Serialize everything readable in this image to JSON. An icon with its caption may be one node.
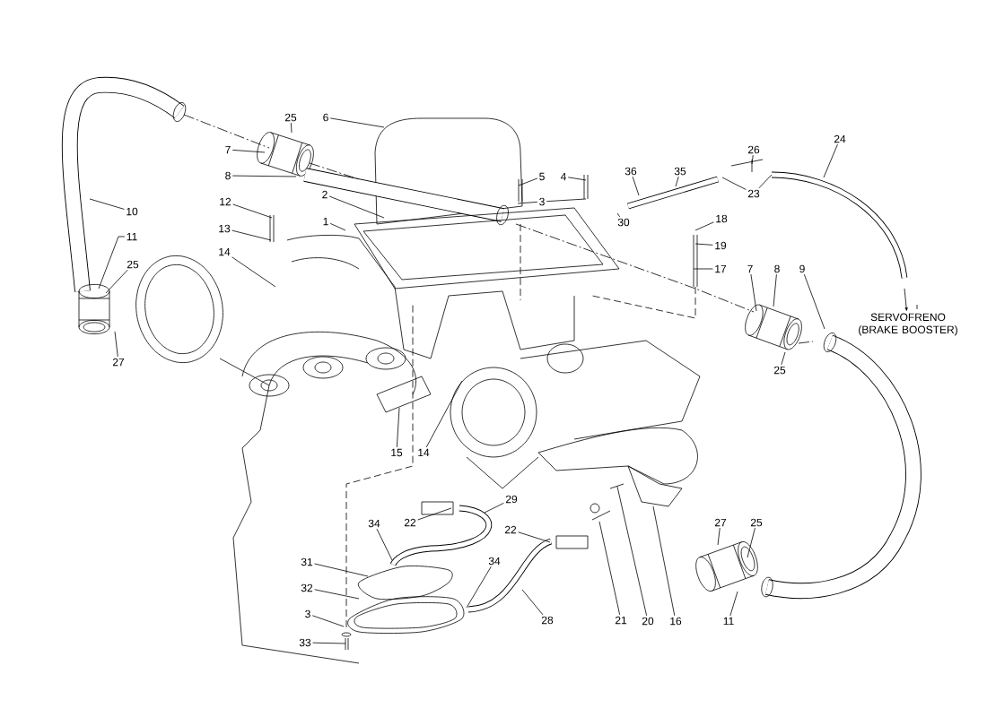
{
  "diagram": {
    "nodes": [
      {
        "text": [
          "6"
        ]
      },
      {
        "text": [
          "25"
        ]
      },
      {
        "text": [
          "24"
        ]
      },
      {
        "text": [
          "7"
        ]
      },
      {
        "text": [
          "26"
        ]
      },
      {
        "text": [
          "36"
        ]
      },
      {
        "text": [
          "35"
        ]
      },
      {
        "text": [
          "8"
        ]
      },
      {
        "text": [
          "5"
        ]
      },
      {
        "text": [
          "4"
        ]
      },
      {
        "text": [
          "23"
        ]
      },
      {
        "text": [
          "2"
        ]
      },
      {
        "text": [
          "3"
        ]
      },
      {
        "text": [
          "12"
        ]
      },
      {
        "text": [
          "10"
        ]
      },
      {
        "text": [
          "18"
        ]
      },
      {
        "text": [
          "1"
        ]
      },
      {
        "text": [
          "30"
        ]
      },
      {
        "text": [
          "13"
        ]
      },
      {
        "text": [
          "11"
        ]
      },
      {
        "text": [
          "19"
        ]
      },
      {
        "text": [
          "14"
        ]
      },
      {
        "text": [
          "25"
        ]
      },
      {
        "text": [
          "17"
        ]
      },
      {
        "text": [
          "7"
        ]
      },
      {
        "text": [
          "8"
        ]
      },
      {
        "text": [
          "9"
        ]
      },
      {
        "text": [
          "SERVOFRENO (BRAKE BOOSTER)"
        ]
      },
      {
        "text": [
          "27"
        ]
      },
      {
        "text": [
          "25"
        ]
      },
      {
        "text": [
          "15"
        ]
      },
      {
        "text": [
          "14"
        ]
      },
      {
        "text": [
          "29"
        ]
      },
      {
        "text": [
          "27"
        ]
      },
      {
        "text": [
          "25"
        ]
      },
      {
        "text": [
          "22"
        ]
      },
      {
        "text": [
          "34"
        ]
      },
      {
        "text": [
          "22"
        ]
      },
      {
        "text": [
          "34"
        ]
      },
      {
        "text": [
          "31"
        ]
      },
      {
        "text": [
          "32"
        ]
      },
      {
        "text": [
          "3"
        ]
      },
      {
        "text": [
          "28"
        ]
      },
      {
        "text": [
          "21"
        ]
      },
      {
        "text": [
          "20"
        ]
      },
      {
        "text": [
          "16"
        ]
      },
      {
        "text": [
          "11"
        ]
      },
      {
        "text": [
          "33"
        ]
      }
    ],
    "edges": [
      {
        "from": 0,
        "to": null,
        "arrow": "none"
      },
      {
        "from": 1,
        "to": null,
        "arrow": "none"
      },
      {
        "from": 2,
        "to": null,
        "arrow": "none"
      },
      {
        "from": 3,
        "to": null,
        "arrow": "none"
      },
      {
        "from": 4,
        "to": null,
        "arrow": "none"
      },
      {
        "from": 5,
        "to": null,
        "arrow": "none"
      },
      {
        "from": 6,
        "to": null,
        "arrow": "none"
      },
      {
        "from": 7,
        "to": null,
        "arrow": "none"
      },
      {
        "from": 8,
        "to": null,
        "arrow": "none"
      },
      {
        "from": 9,
        "to": null,
        "arrow": "none"
      },
      {
        "from": 10,
        "to": null,
        "arrow": "none"
      },
      {
        "from": 10,
        "to": null,
        "arrow": "none"
      },
      {
        "from": 11,
        "to": null,
        "arrow": "none"
      },
      {
        "from": 12,
        "to": null,
        "arrow": "none"
      },
      {
        "from": 12,
        "to": null,
        "arrow": "none"
      },
      {
        "from": 13,
        "to": null,
        "arrow": "none"
      },
      {
        "from": 14,
        "to": null,
        "arrow": "none"
      },
      {
        "from": 15,
        "to": null,
        "arrow": "none"
      },
      {
        "from": 16,
        "to": null,
        "arrow": "none"
      },
      {
        "from": 17,
        "to": null,
        "arrow": "none"
      },
      {
        "from": 18,
        "to": null,
        "arrow": "none"
      },
      {
        "from": 19,
        "to": null,
        "arrow": "none"
      },
      {
        "from": 20,
        "to": null,
        "arrow": "none"
      },
      {
        "from": 21,
        "to": null,
        "arrow": "none"
      },
      {
        "from": 22,
        "to": null,
        "arrow": "none"
      },
      {
        "from": 23,
        "to": null,
        "arrow": "none"
      },
      {
        "from": 24,
        "to": null,
        "arrow": "none"
      },
      {
        "from": 25,
        "to": null,
        "arrow": "none"
      },
      {
        "from": 26,
        "to": null,
        "arrow": "none"
      },
      {
        "from": null,
        "to": 27,
        "arrow": "to"
      },
      {
        "from": 28,
        "to": null,
        "arrow": "none"
      },
      {
        "from": 29,
        "to": null,
        "arrow": "none"
      },
      {
        "from": 30,
        "to": null,
        "arrow": "none"
      },
      {
        "from": 31,
        "to": null,
        "arrow": "none"
      },
      {
        "from": 32,
        "to": null,
        "arrow": "none"
      },
      {
        "from": 33,
        "to": null,
        "arrow": "none"
      },
      {
        "from": 34,
        "to": null,
        "arrow": "none"
      },
      {
        "from": 35,
        "to": null,
        "arrow": "none"
      },
      {
        "from": 36,
        "to": null,
        "arrow": "none"
      },
      {
        "from": 37,
        "to": null,
        "arrow": "none"
      },
      {
        "from": 38,
        "to": null,
        "arrow": "none"
      },
      {
        "from": 39,
        "to": null,
        "arrow": "none"
      },
      {
        "from": 40,
        "to": null,
        "arrow": "none"
      },
      {
        "from": 41,
        "to": null,
        "arrow": "none"
      },
      {
        "from": 42,
        "to": null,
        "arrow": "none"
      },
      {
        "from": 43,
        "to": null,
        "arrow": "none"
      },
      {
        "from": 44,
        "to": null,
        "arrow": "none"
      },
      {
        "from": 45,
        "to": null,
        "arrow": "none"
      },
      {
        "from": 46,
        "to": null,
        "arrow": "none"
      },
      {
        "from": 47,
        "to": null,
        "arrow": "none"
      }
    ]
  }
}
